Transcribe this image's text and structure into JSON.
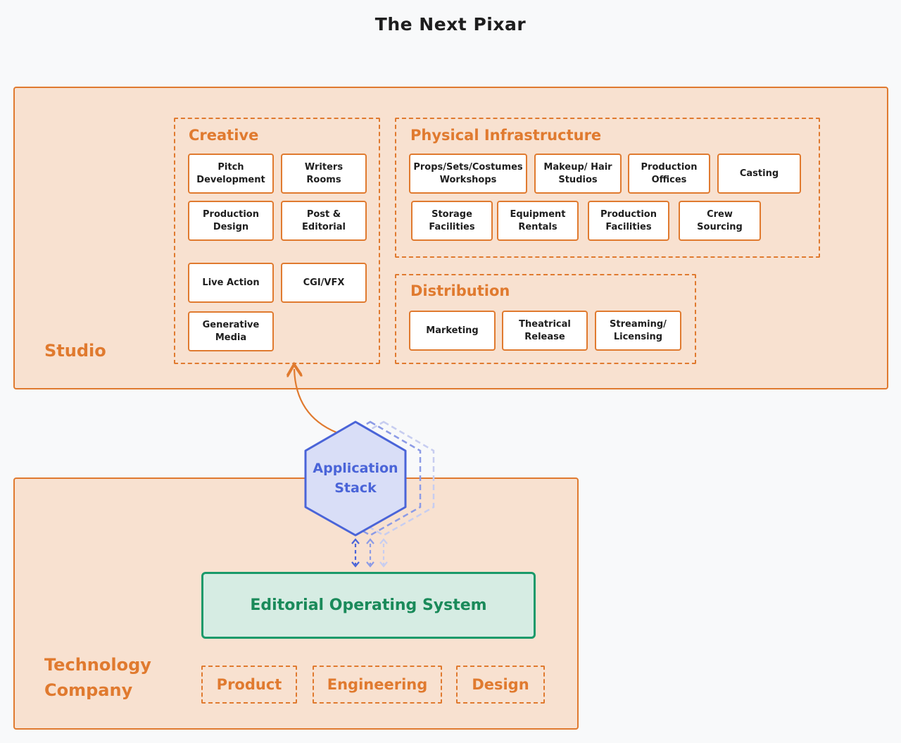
{
  "title": "The Next Pixar",
  "studio": {
    "label": "Studio",
    "creative": {
      "title": "Creative",
      "items": [
        "Pitch\nDevelopment",
        "Writers\nRooms",
        "Production\nDesign",
        "Post &\nEditorial",
        "Live Action",
        "CGI/VFX",
        "Generative\nMedia"
      ]
    },
    "physical": {
      "title": "Physical Infrastructure",
      "items": [
        "Props/Sets/Costumes\nWorkshops",
        "Makeup/ Hair\nStudios",
        "Production\nOffices",
        "Casting",
        "Storage\nFacilities",
        "Equipment\nRentals",
        "Production\nFacilities",
        "Crew\nSourcing"
      ]
    },
    "distribution": {
      "title": "Distribution",
      "items": [
        "Marketing",
        "Theatrical\nRelease",
        "Streaming/\nLicensing"
      ]
    }
  },
  "application_stack": {
    "label": "Application\nStack"
  },
  "technology": {
    "label": "Technology\nCompany",
    "os": "Editorial Operating System",
    "teams": [
      "Product",
      "Engineering",
      "Design"
    ]
  },
  "colors": {
    "orange": "#e07a2f",
    "region_fill": "#f8e1d0",
    "blue": "#4a64d8",
    "green": "#1a9a6a"
  }
}
